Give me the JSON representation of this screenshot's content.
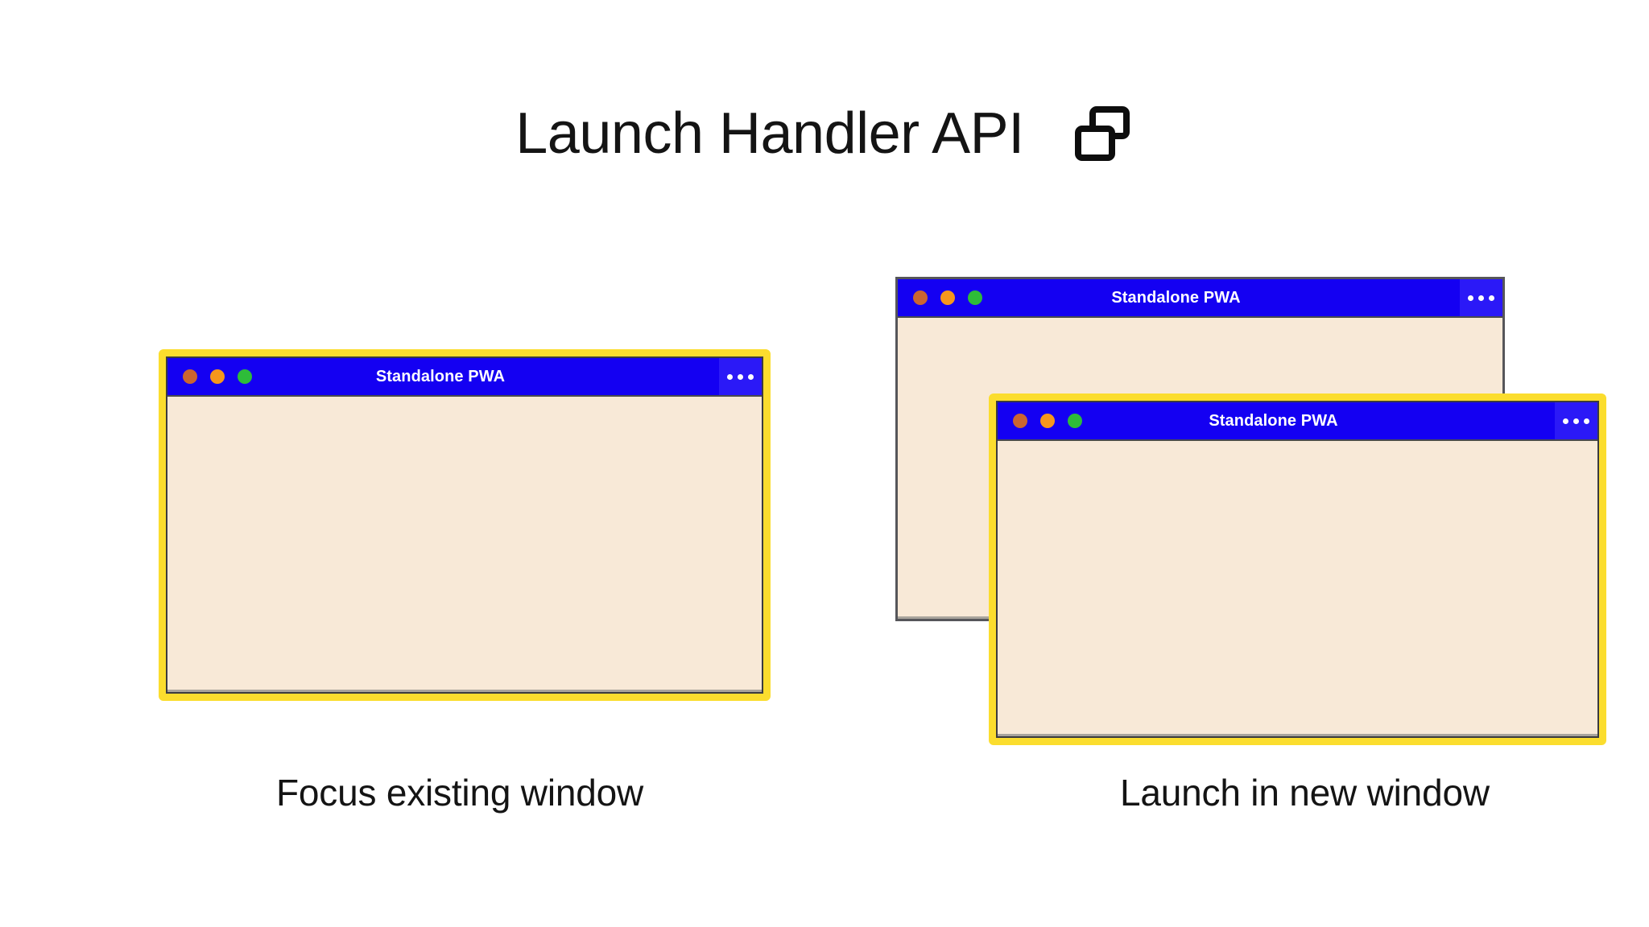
{
  "header": {
    "title": "Launch Handler API",
    "icon": "multi-window-icon"
  },
  "colors": {
    "titlebar_blue": "#1400F2",
    "menu_blue": "#2B19F7",
    "window_body_beige": "#F8E9D7",
    "highlight_yellow": "#FBDD2E",
    "plain_border_gray": "#56565A",
    "dot_close": "#CB6530",
    "dot_minimize": "#F6971C",
    "dot_maximize": "#2EBC39",
    "text_black": "#141414",
    "page_background": "#FFFFFF"
  },
  "panels": [
    {
      "id": "focus-existing",
      "caption": "Focus existing window",
      "windows": [
        {
          "id": "left-window",
          "title": "Standalone PWA",
          "highlighted": true,
          "menu_icon": "ellipsis-icon",
          "traffic_lights": [
            "close-dot",
            "minimize-dot",
            "maximize-dot"
          ]
        }
      ]
    },
    {
      "id": "launch-new",
      "caption": "Launch in new window",
      "windows": [
        {
          "id": "right-back-window",
          "title": "Standalone PWA",
          "highlighted": false,
          "menu_icon": "ellipsis-icon",
          "traffic_lights": [
            "close-dot",
            "minimize-dot",
            "maximize-dot"
          ]
        },
        {
          "id": "right-front-window",
          "title": "Standalone PWA",
          "highlighted": true,
          "menu_icon": "ellipsis-icon",
          "traffic_lights": [
            "close-dot",
            "minimize-dot",
            "maximize-dot"
          ]
        }
      ]
    }
  ]
}
